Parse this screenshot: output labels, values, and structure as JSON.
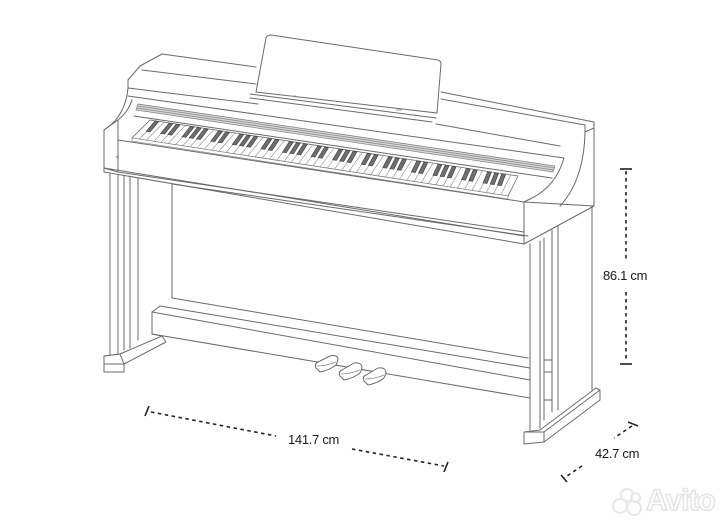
{
  "diagram": {
    "subject": "Digital upright piano with music rest, keyboard, stand legs and three pedals",
    "keyboard": {
      "white_key_count": 52,
      "black_key_color": "#6e6e6e",
      "white_key_color": "#ffffff"
    },
    "pedals": {
      "count": 3
    },
    "line_color": "#6a6a6a",
    "dimension_color": "#222222"
  },
  "dimensions": {
    "height": {
      "label": "86.1 cm",
      "value": 86.1,
      "unit": "cm",
      "orientation": "vertical"
    },
    "width": {
      "label": "141.7 cm",
      "value": 141.7,
      "unit": "cm",
      "orientation": "horizontal"
    },
    "depth": {
      "label": "42.7 cm",
      "value": 42.7,
      "unit": "cm",
      "orientation": "diagonal"
    }
  },
  "watermark": {
    "text": "Avito"
  }
}
